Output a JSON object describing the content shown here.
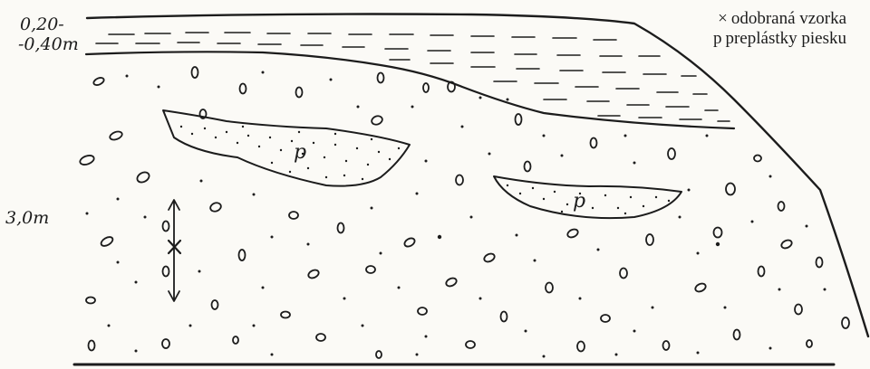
{
  "depth_labels": {
    "top_a": "0,20-",
    "top_b": "-0,40m",
    "sample_depth": "3,0m"
  },
  "legend": [
    {
      "symbol": "×",
      "text": "odobraná vzorka"
    },
    {
      "symbol": "p",
      "text": "preplástky piesku"
    }
  ],
  "lens_labels": [
    "p",
    "p"
  ],
  "colors": {
    "ink": "#1c1c1c",
    "paper": "#fbfaf6"
  }
}
